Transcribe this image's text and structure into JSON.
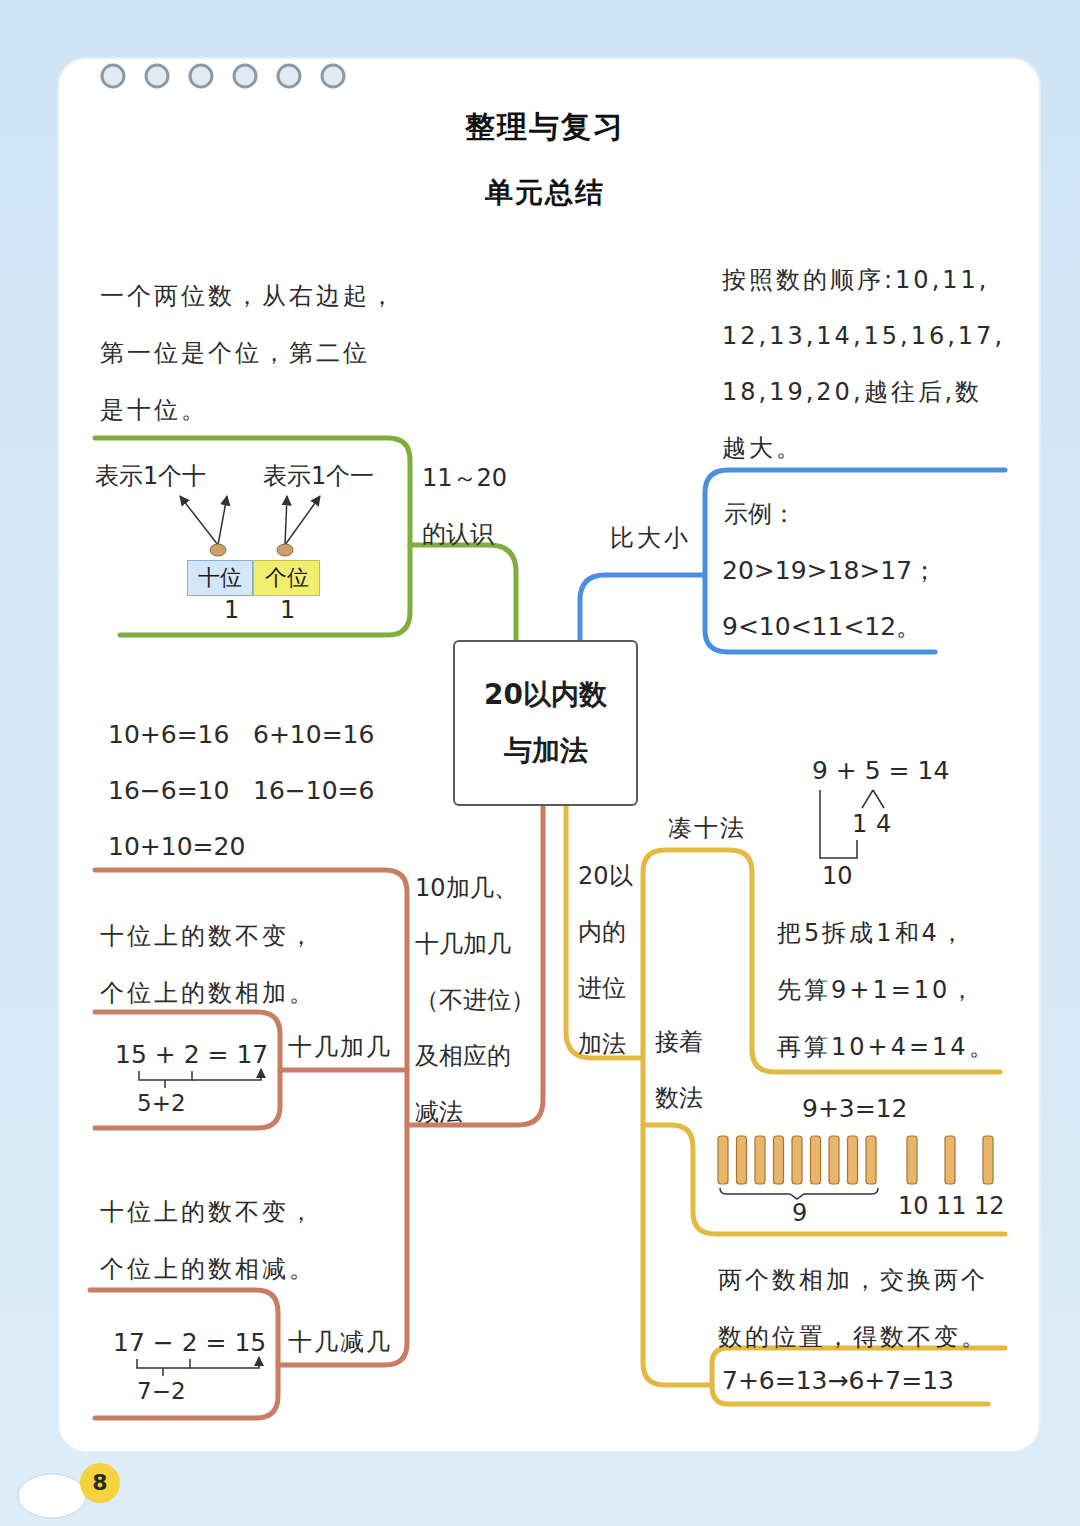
{
  "diagram": {
    "title": "整理与复习",
    "nodes": [
      {
        "text": [
          "20以内数 与加法"
        ]
      },
      {
        "text": [
          "十位"
        ]
      },
      {
        "text": [
          "个位"
        ]
      }
    ],
    "labels": [
      "单元总结",
      "一个两位数，从右边起， 第一位是个位，第二位 是十位。",
      "表示1个十",
      "表示1个一",
      "1",
      "1",
      "11～20 的认识",
      "按照数的顺序:10,11, 12,13,14,15,16,17, 18,19,20,越往后,数 越大。",
      "比大小",
      "示例：",
      "20>19>18>17；",
      "9<10<11<12。",
      "10+6=16",
      "6+10=16",
      "16−6=10",
      "16−10=6",
      "10+10=20",
      "10加几、 十几加几 （不进位） 及相应的 减法",
      "十位上的数不变， 个位上的数相加。",
      "15 + 2 = 17",
      "5+2",
      "十几加几",
      "十位上的数不变， 个位上的数相减。",
      "17 − 2 = 15",
      "7−2",
      "十几减几",
      "20以 内的 进位 加法",
      "凑十法",
      "9 + 5 = 14",
      "1",
      "4",
      "10",
      "把5拆成1和4， 先算9+1=10， 再算10+4=14。",
      "接着 数法",
      "9+3=12",
      "9",
      "10",
      "11",
      "12",
      "两个数相加，交换两个 数的位置，得数不变。",
      "7+6=13→6+7=13",
      "8"
    ]
  }
}
